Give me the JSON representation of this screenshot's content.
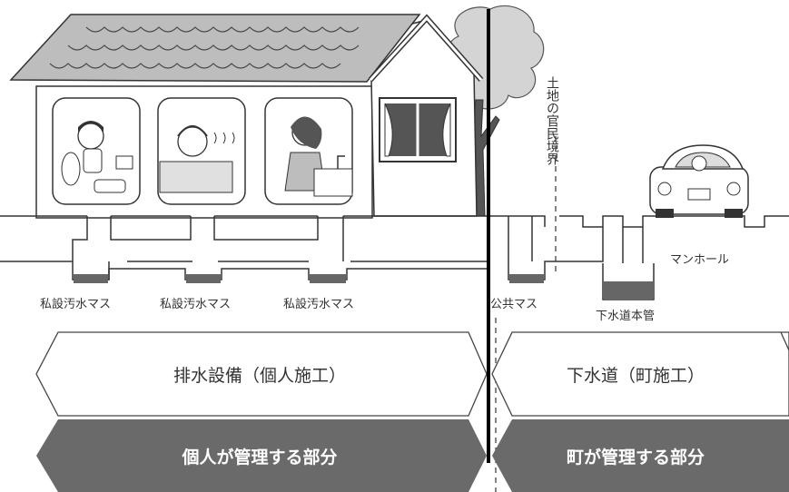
{
  "labels": {
    "boundary": "土地の官民境界",
    "private_basin_1": "私設汚水マス",
    "private_basin_2": "私設汚水マス",
    "private_basin_3": "私設汚水マス",
    "public_basin": "公共マス",
    "sewer_main": "下水道本管",
    "manhole": "マンホール"
  },
  "sections": {
    "private_works": "排水設備（個人施工）",
    "public_works": "下水道（町施工）",
    "private_managed": "個人が管理する部分",
    "public_managed": "町が管理する部分"
  }
}
